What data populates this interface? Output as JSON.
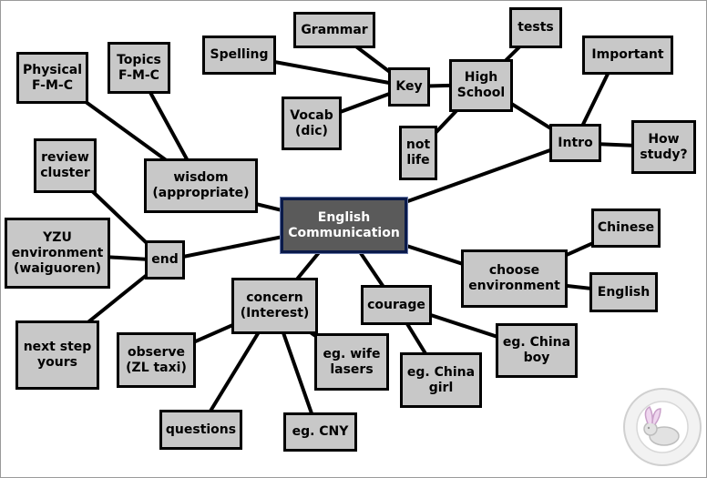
{
  "diagram": {
    "central": "English\nCommunication",
    "nodes": {
      "grammar": "Grammar",
      "tests": "tests",
      "spelling": "Spelling",
      "important": "Important",
      "key": "Key",
      "high_school": "High\nSchool",
      "physical": "Physical\nF-M-C",
      "topics": "Topics\nF-M-C",
      "vocab": "Vocab\n(dic)",
      "not_life": "not\nlife",
      "intro": "Intro",
      "how_study": "How\nstudy?",
      "review_cluster": "review\ncluster",
      "wisdom": "wisdom\n(appropriate)",
      "chinese": "Chinese",
      "yzu": "YZU\nenvironment\n(waiguoren)",
      "end": "end",
      "choose_env": "choose\nenvironment",
      "english": "English",
      "concern": "concern\n(Interest)",
      "courage": "courage",
      "next_step": "next step\nyours",
      "observe": "observe\n(ZL taxi)",
      "wife": "eg. wife\nlasers",
      "china_boy": "eg. China\nboy",
      "china_girl": "eg. China\ngirl",
      "questions": "questions",
      "cny": "eg. CNY"
    }
  },
  "watermark": {
    "icon": "rabbit-seal-icon"
  }
}
